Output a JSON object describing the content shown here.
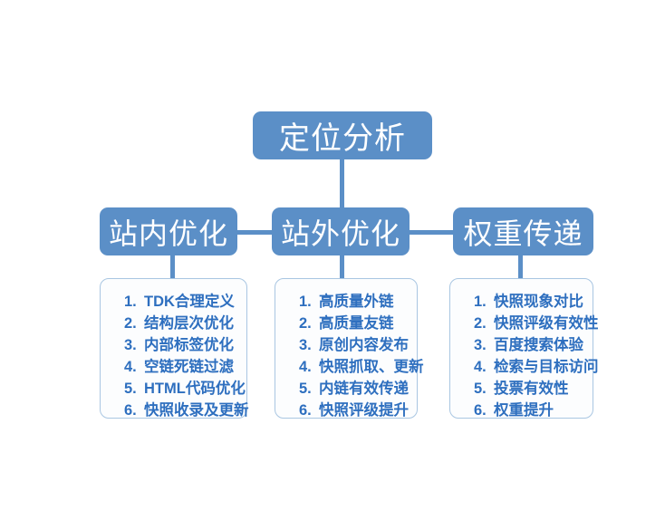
{
  "diagram": {
    "title": "定位分析",
    "root": {
      "label": "定位分析"
    },
    "branches": [
      {
        "label": "站内优化"
      },
      {
        "label": "站外优化"
      },
      {
        "label": "权重传递"
      }
    ],
    "panels": [
      {
        "items": [
          {
            "num": "1.",
            "text": "TDK合理定义"
          },
          {
            "num": "2.",
            "text": "结构层次优化"
          },
          {
            "num": "3.",
            "text": "内部标签优化"
          },
          {
            "num": "4.",
            "text": "空链死链过滤"
          },
          {
            "num": "5.",
            "text": "HTML代码优化"
          },
          {
            "num": "6.",
            "text": "快照收录及更新"
          }
        ]
      },
      {
        "items": [
          {
            "num": "1.",
            "text": "高质量外链"
          },
          {
            "num": "2.",
            "text": "高质量友链"
          },
          {
            "num": "3.",
            "text": "原创内容发布"
          },
          {
            "num": "4.",
            "text": "快照抓取、更新"
          },
          {
            "num": "5.",
            "text": "内链有效传递"
          },
          {
            "num": "6.",
            "text": "快照评级提升"
          }
        ]
      },
      {
        "items": [
          {
            "num": "1.",
            "text": "快照现象对比"
          },
          {
            "num": "2.",
            "text": "快照评级有效性"
          },
          {
            "num": "3.",
            "text": "百度搜索体验"
          },
          {
            "num": "4.",
            "text": "检索与目标访问"
          },
          {
            "num": "5.",
            "text": "投票有效性"
          },
          {
            "num": "6.",
            "text": "权重提升"
          }
        ]
      }
    ],
    "colors": {
      "box_fill": "#5B8FC7",
      "box_text": "#FFFFFF",
      "connector": "#5B8FC7",
      "panel_border": "#A9C6E2",
      "panel_fill": "#FCFDFE",
      "list_text": "#2E6FBF",
      "background": "#FFFFFF"
    }
  }
}
